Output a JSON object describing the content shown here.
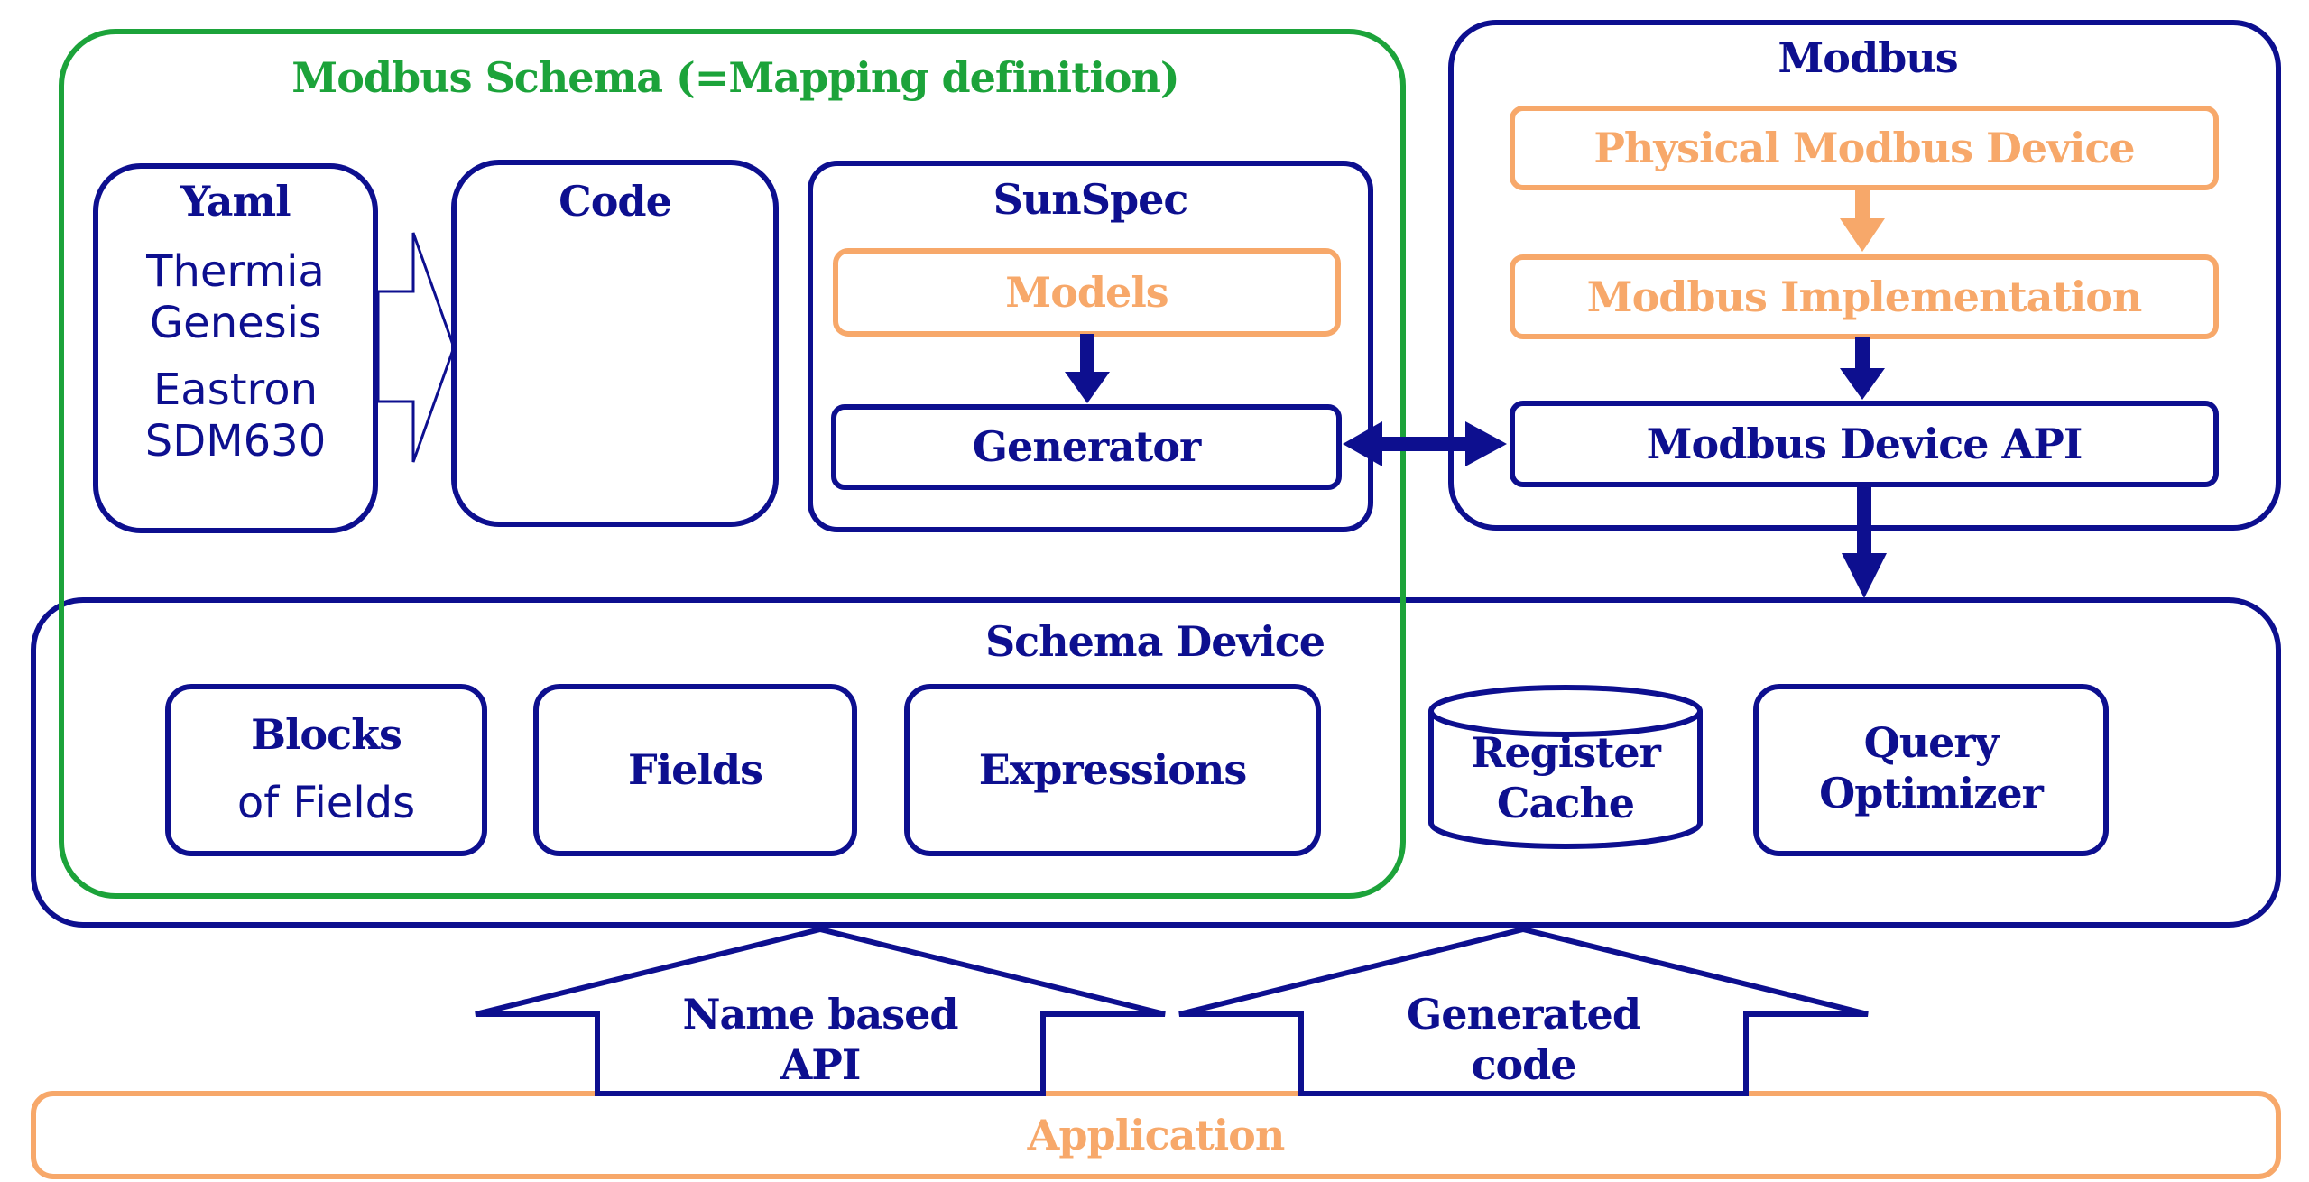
{
  "colors": {
    "navy": "#0d0f8f",
    "green": "#1ca33a",
    "orange": "#f7a86a",
    "background": "#ffffff"
  },
  "schema": {
    "title": "Modbus Schema (=Mapping definition)",
    "yaml": {
      "title": "Yaml",
      "line1": "Thermia",
      "line2": "Genesis",
      "line3": "Eastron",
      "line4": "SDM630"
    },
    "code": {
      "title": "Code"
    },
    "sunspec": {
      "title": "SunSpec",
      "models": "Models",
      "generator": "Generator"
    }
  },
  "modbus": {
    "title": "Modbus",
    "physical": "Physical Modbus Device",
    "implementation": "Modbus Implementation",
    "device_api": "Modbus Device API"
  },
  "schema_device": {
    "title": "Schema Device",
    "blocks_line1": "Blocks",
    "blocks_line2": "of Fields",
    "fields": "Fields",
    "expressions": "Expressions",
    "register_line1": "Register",
    "register_line2": "Cache",
    "query_line1": "Query",
    "query_line2": "Optimizer"
  },
  "arrows": {
    "name_based_line1": "Name based",
    "name_based_line2": "API",
    "generated_line1": "Generated",
    "generated_line2": "code"
  },
  "application": {
    "label": "Application"
  }
}
